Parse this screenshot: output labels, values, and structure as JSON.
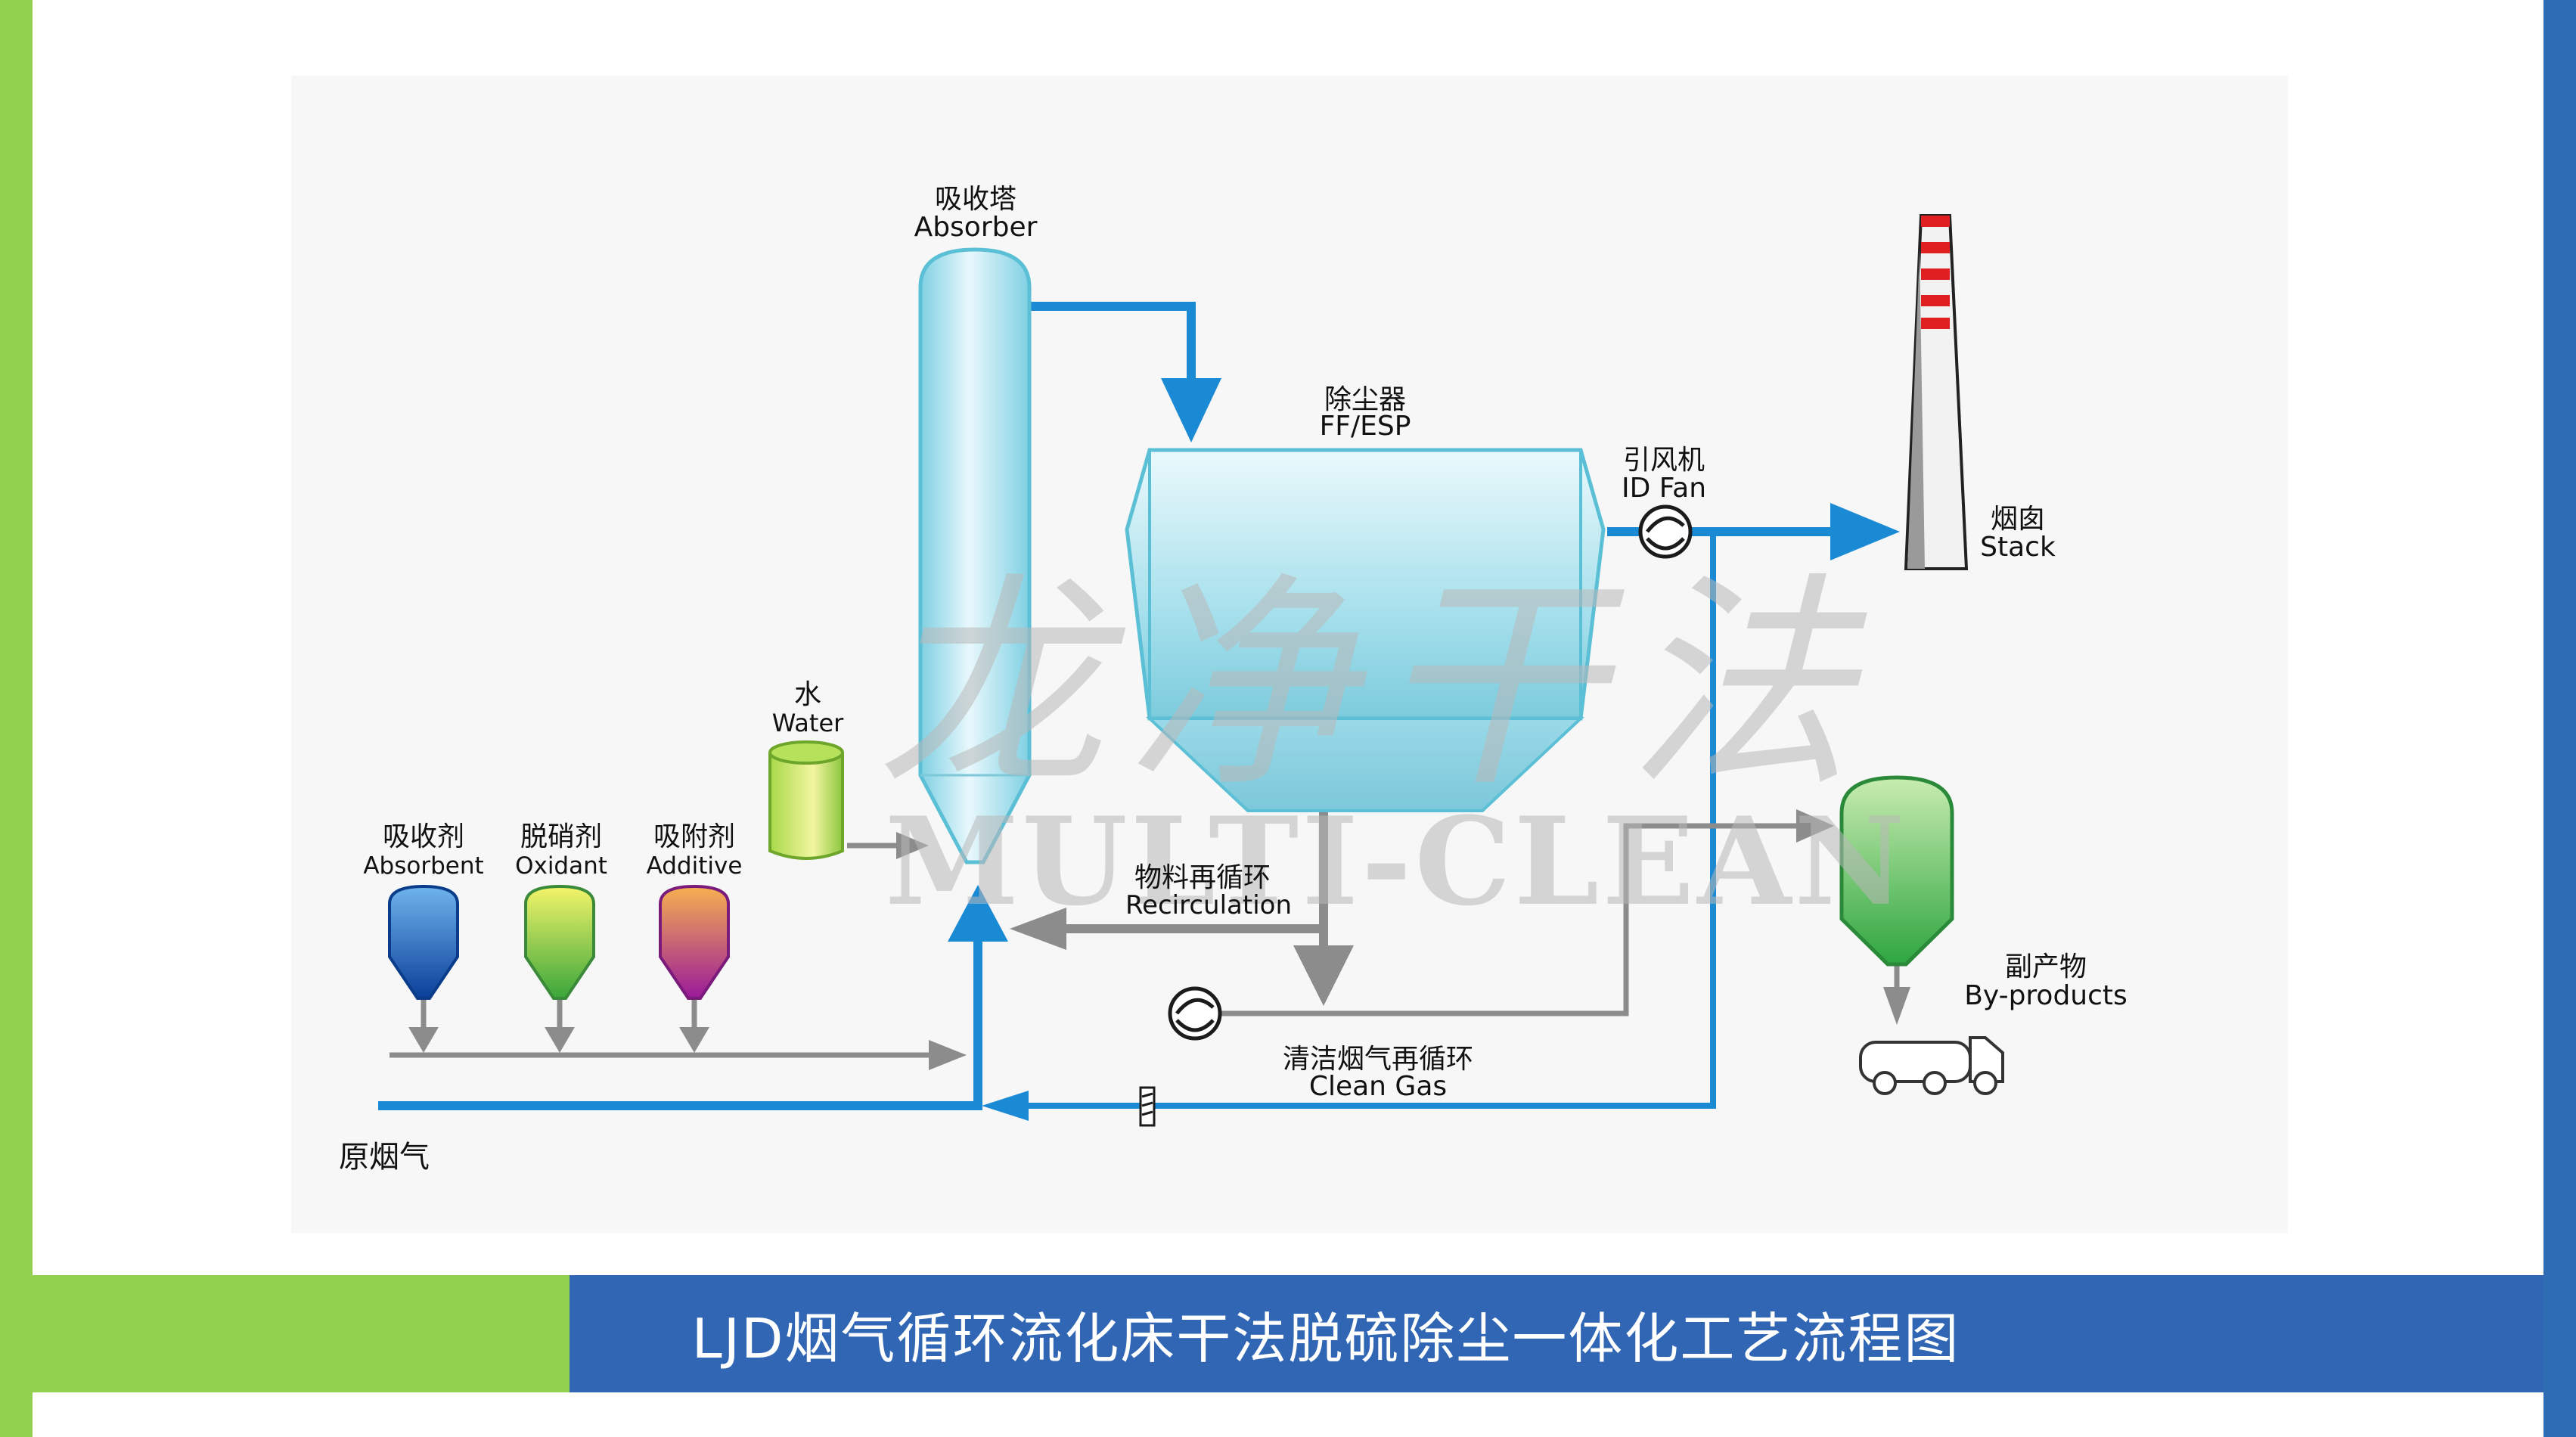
{
  "labels": {
    "absorber_cn": "吸收塔",
    "absorber_en": "Absorber",
    "ffesp_cn": "除尘器",
    "ffesp_en": "FF/ESP",
    "idfan_cn": "引风机",
    "idfan_en": "ID Fan",
    "stack_cn": "烟囱",
    "stack_en": "Stack",
    "water_cn": "水",
    "water_en": "Water",
    "absorbent_cn": "吸收剂",
    "absorbent_en": "Absorbent",
    "oxidant_cn": "脱硝剂",
    "oxidant_en": "Oxidant",
    "additive_cn": "吸附剂",
    "additive_en": "Additive",
    "recirc_cn": "物料再循环",
    "recirc_en": "Recirculation",
    "clean_cn": "清洁烟气再循环",
    "clean_en": "Clean Gas",
    "byproducts_cn": "副产物",
    "byproducts_en": "By-products",
    "rawgas_cn": "原烟气"
  },
  "watermark": {
    "cn": "龙净干法",
    "en": "MULTI-CLEAN"
  },
  "footer": {
    "title": "LJD烟气循环流化床干法脱硫除尘一体化工艺流程图"
  },
  "colors": {
    "left_bar": "#92d050",
    "right_bar": "#2e6db4",
    "footer_blue": "#3066b4",
    "flow_blue": "#1a8ad4",
    "flow_gray": "#8c8c8c",
    "vessel_cyan": "#8fd6e6"
  }
}
